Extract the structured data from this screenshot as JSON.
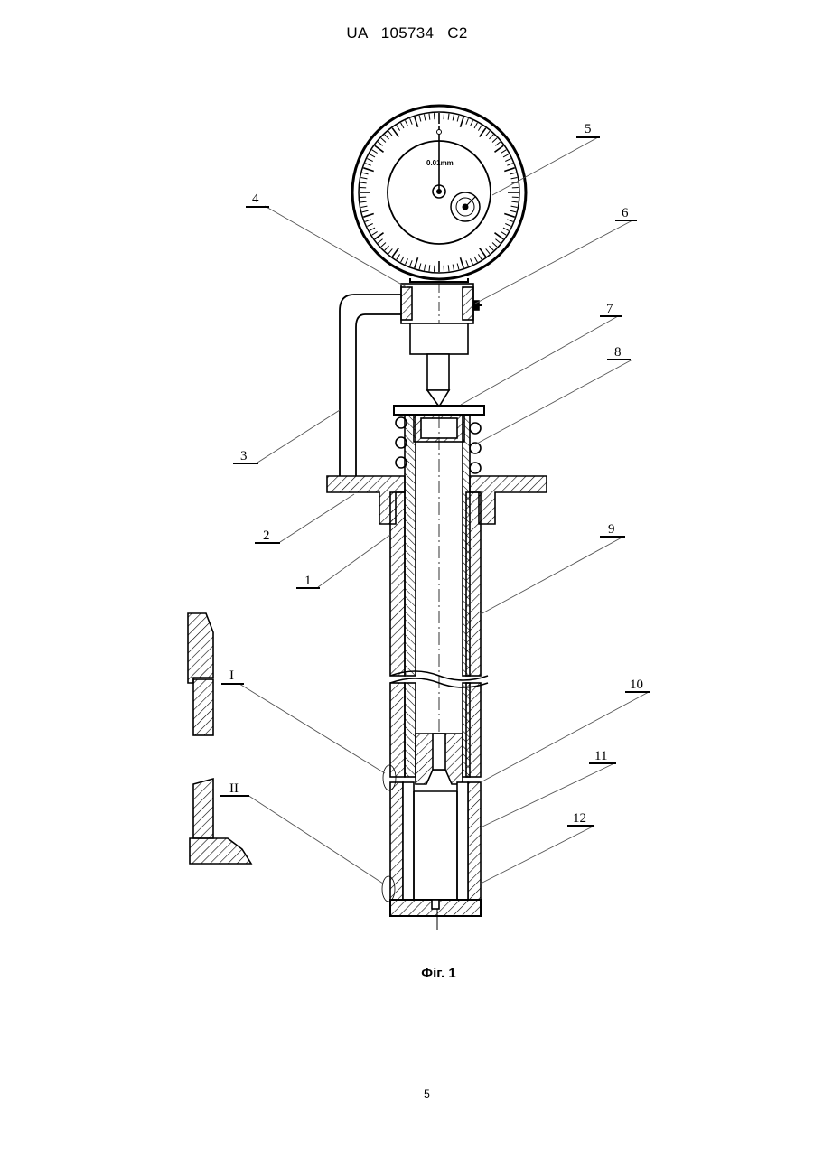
{
  "header": {
    "text": "UA   105734   C2"
  },
  "figure": {
    "caption": "Фіг. 1",
    "gauge_text": "0.01mm",
    "callouts": [
      "1",
      "2",
      "3",
      "4",
      "5",
      "6",
      "7",
      "8",
      "9",
      "10",
      "11",
      "12",
      "I",
      "II"
    ]
  },
  "footer": {
    "page_number": "5"
  }
}
